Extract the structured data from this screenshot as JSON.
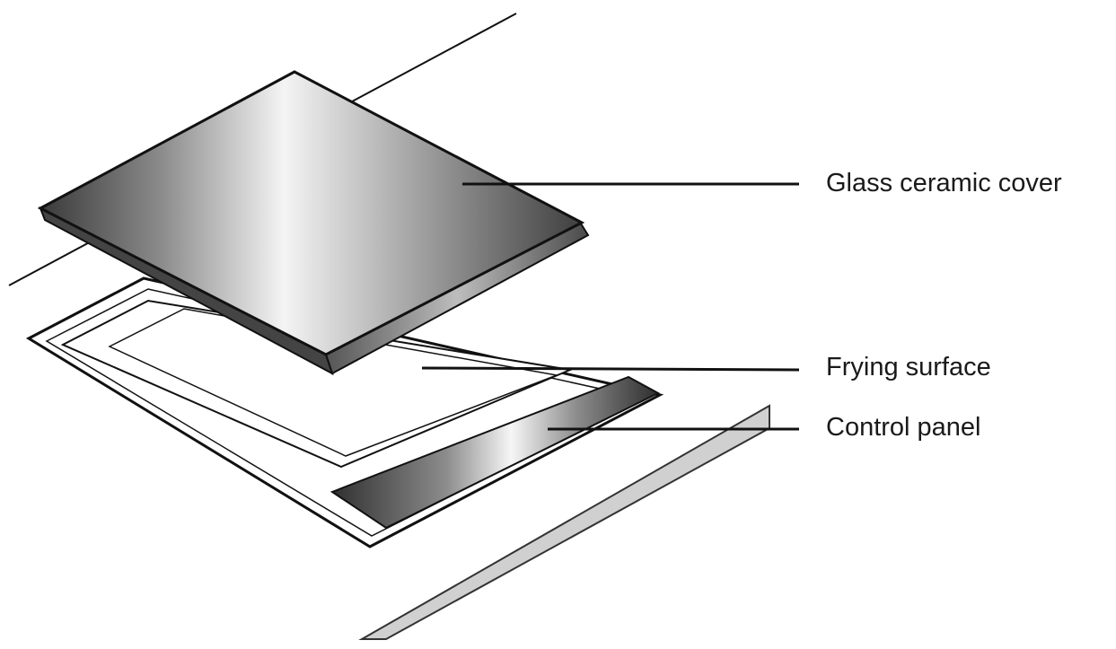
{
  "labels": {
    "glass_cover": "Glass ceramic cover",
    "frying_surface": "Frying surface",
    "control_panel": "Control panel"
  },
  "colors": {
    "outline": "#111111",
    "metal_dark": "#3a3a3a",
    "metal_light": "#f4f4f4",
    "counter_edge": "#d0d0d0"
  }
}
